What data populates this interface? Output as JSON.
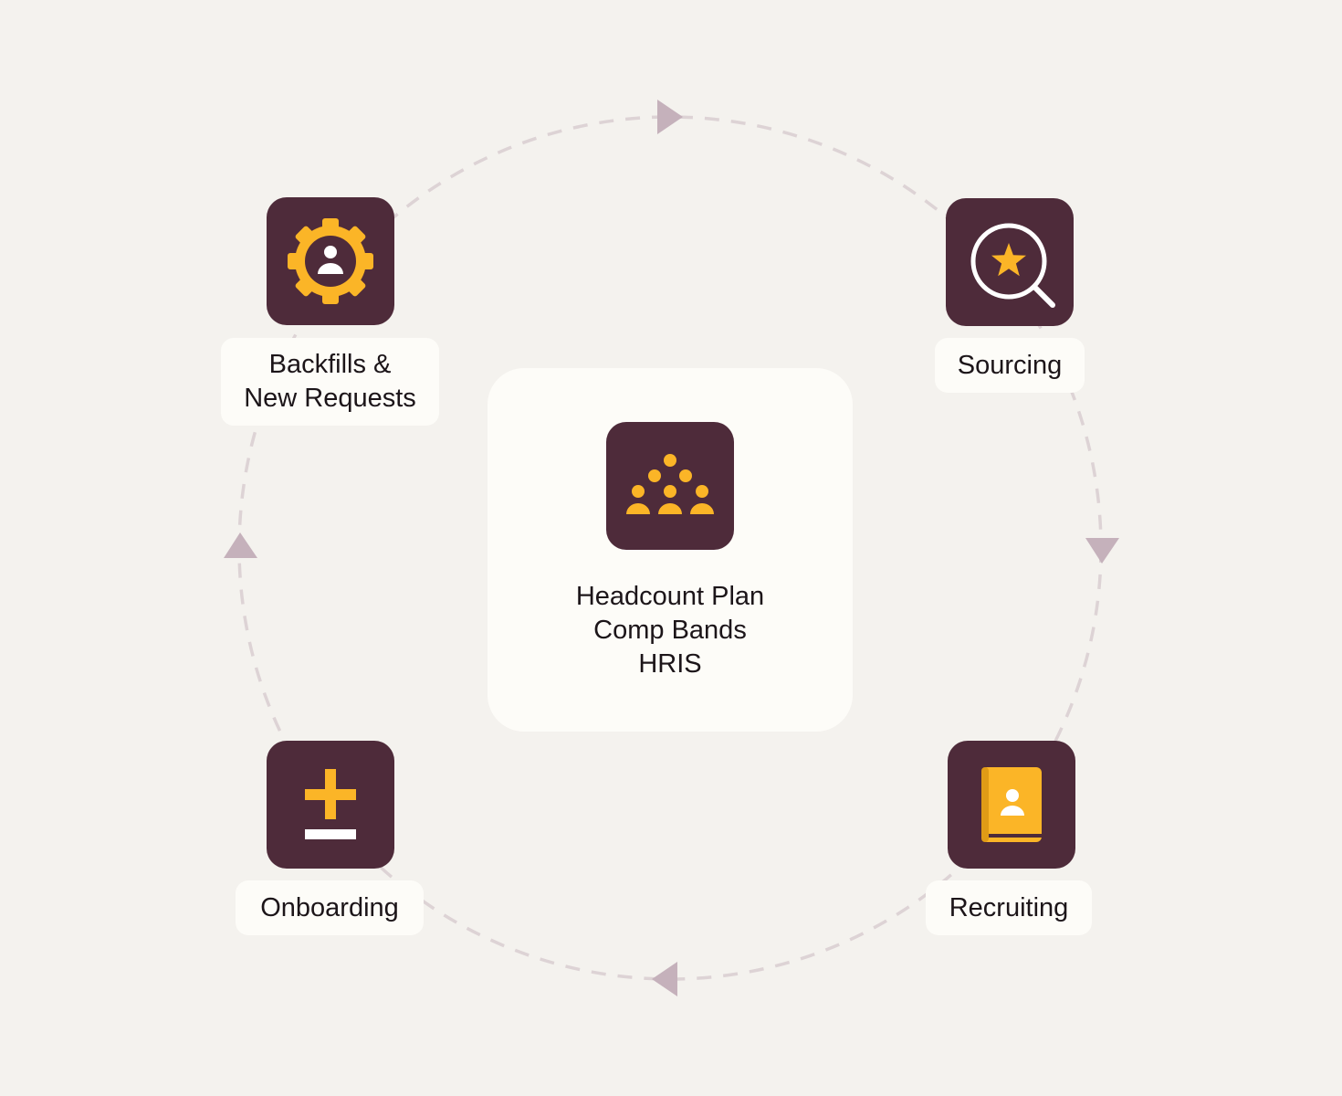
{
  "center": {
    "icon": "people-group-icon",
    "lines": [
      "Headcount Plan",
      "Comp Bands",
      "HRIS"
    ]
  },
  "stages": [
    {
      "id": "backfills",
      "icon": "gear-person-icon",
      "lines": [
        "Backfills &",
        "New Requests"
      ]
    },
    {
      "id": "sourcing",
      "icon": "magnifier-star-icon",
      "lines": [
        "Sourcing"
      ]
    },
    {
      "id": "recruiting",
      "icon": "contact-book-icon",
      "lines": [
        "Recruiting"
      ]
    },
    {
      "id": "onboarding",
      "icon": "plus-minus-icon",
      "lines": [
        "Onboarding"
      ]
    }
  ],
  "colors": {
    "background": "#f4f2ee",
    "tile": "#4e2b3a",
    "accent": "#fbb527",
    "card": "#fdfcf8",
    "ring": "#ddd3d5",
    "arrow": "#c5b1bb",
    "text": "#1c1519"
  }
}
